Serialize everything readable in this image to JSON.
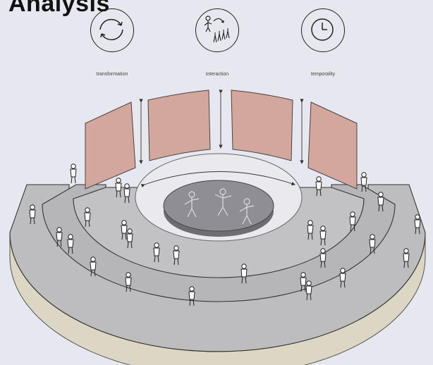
{
  "title": "Analysis",
  "concepts": [
    {
      "label": "transformation",
      "icon": "cycle-icon"
    },
    {
      "label": "interaction",
      "icon": "people-interaction-icon"
    },
    {
      "label": "temporality",
      "icon": "clock-icon"
    }
  ],
  "colors": {
    "background": "#e7e7ef",
    "panel": "#d3a79e",
    "seat_top": "#b9b9bb",
    "base_side": "#dcd6c4",
    "stage": "#8f8e94",
    "line": "#333333"
  }
}
